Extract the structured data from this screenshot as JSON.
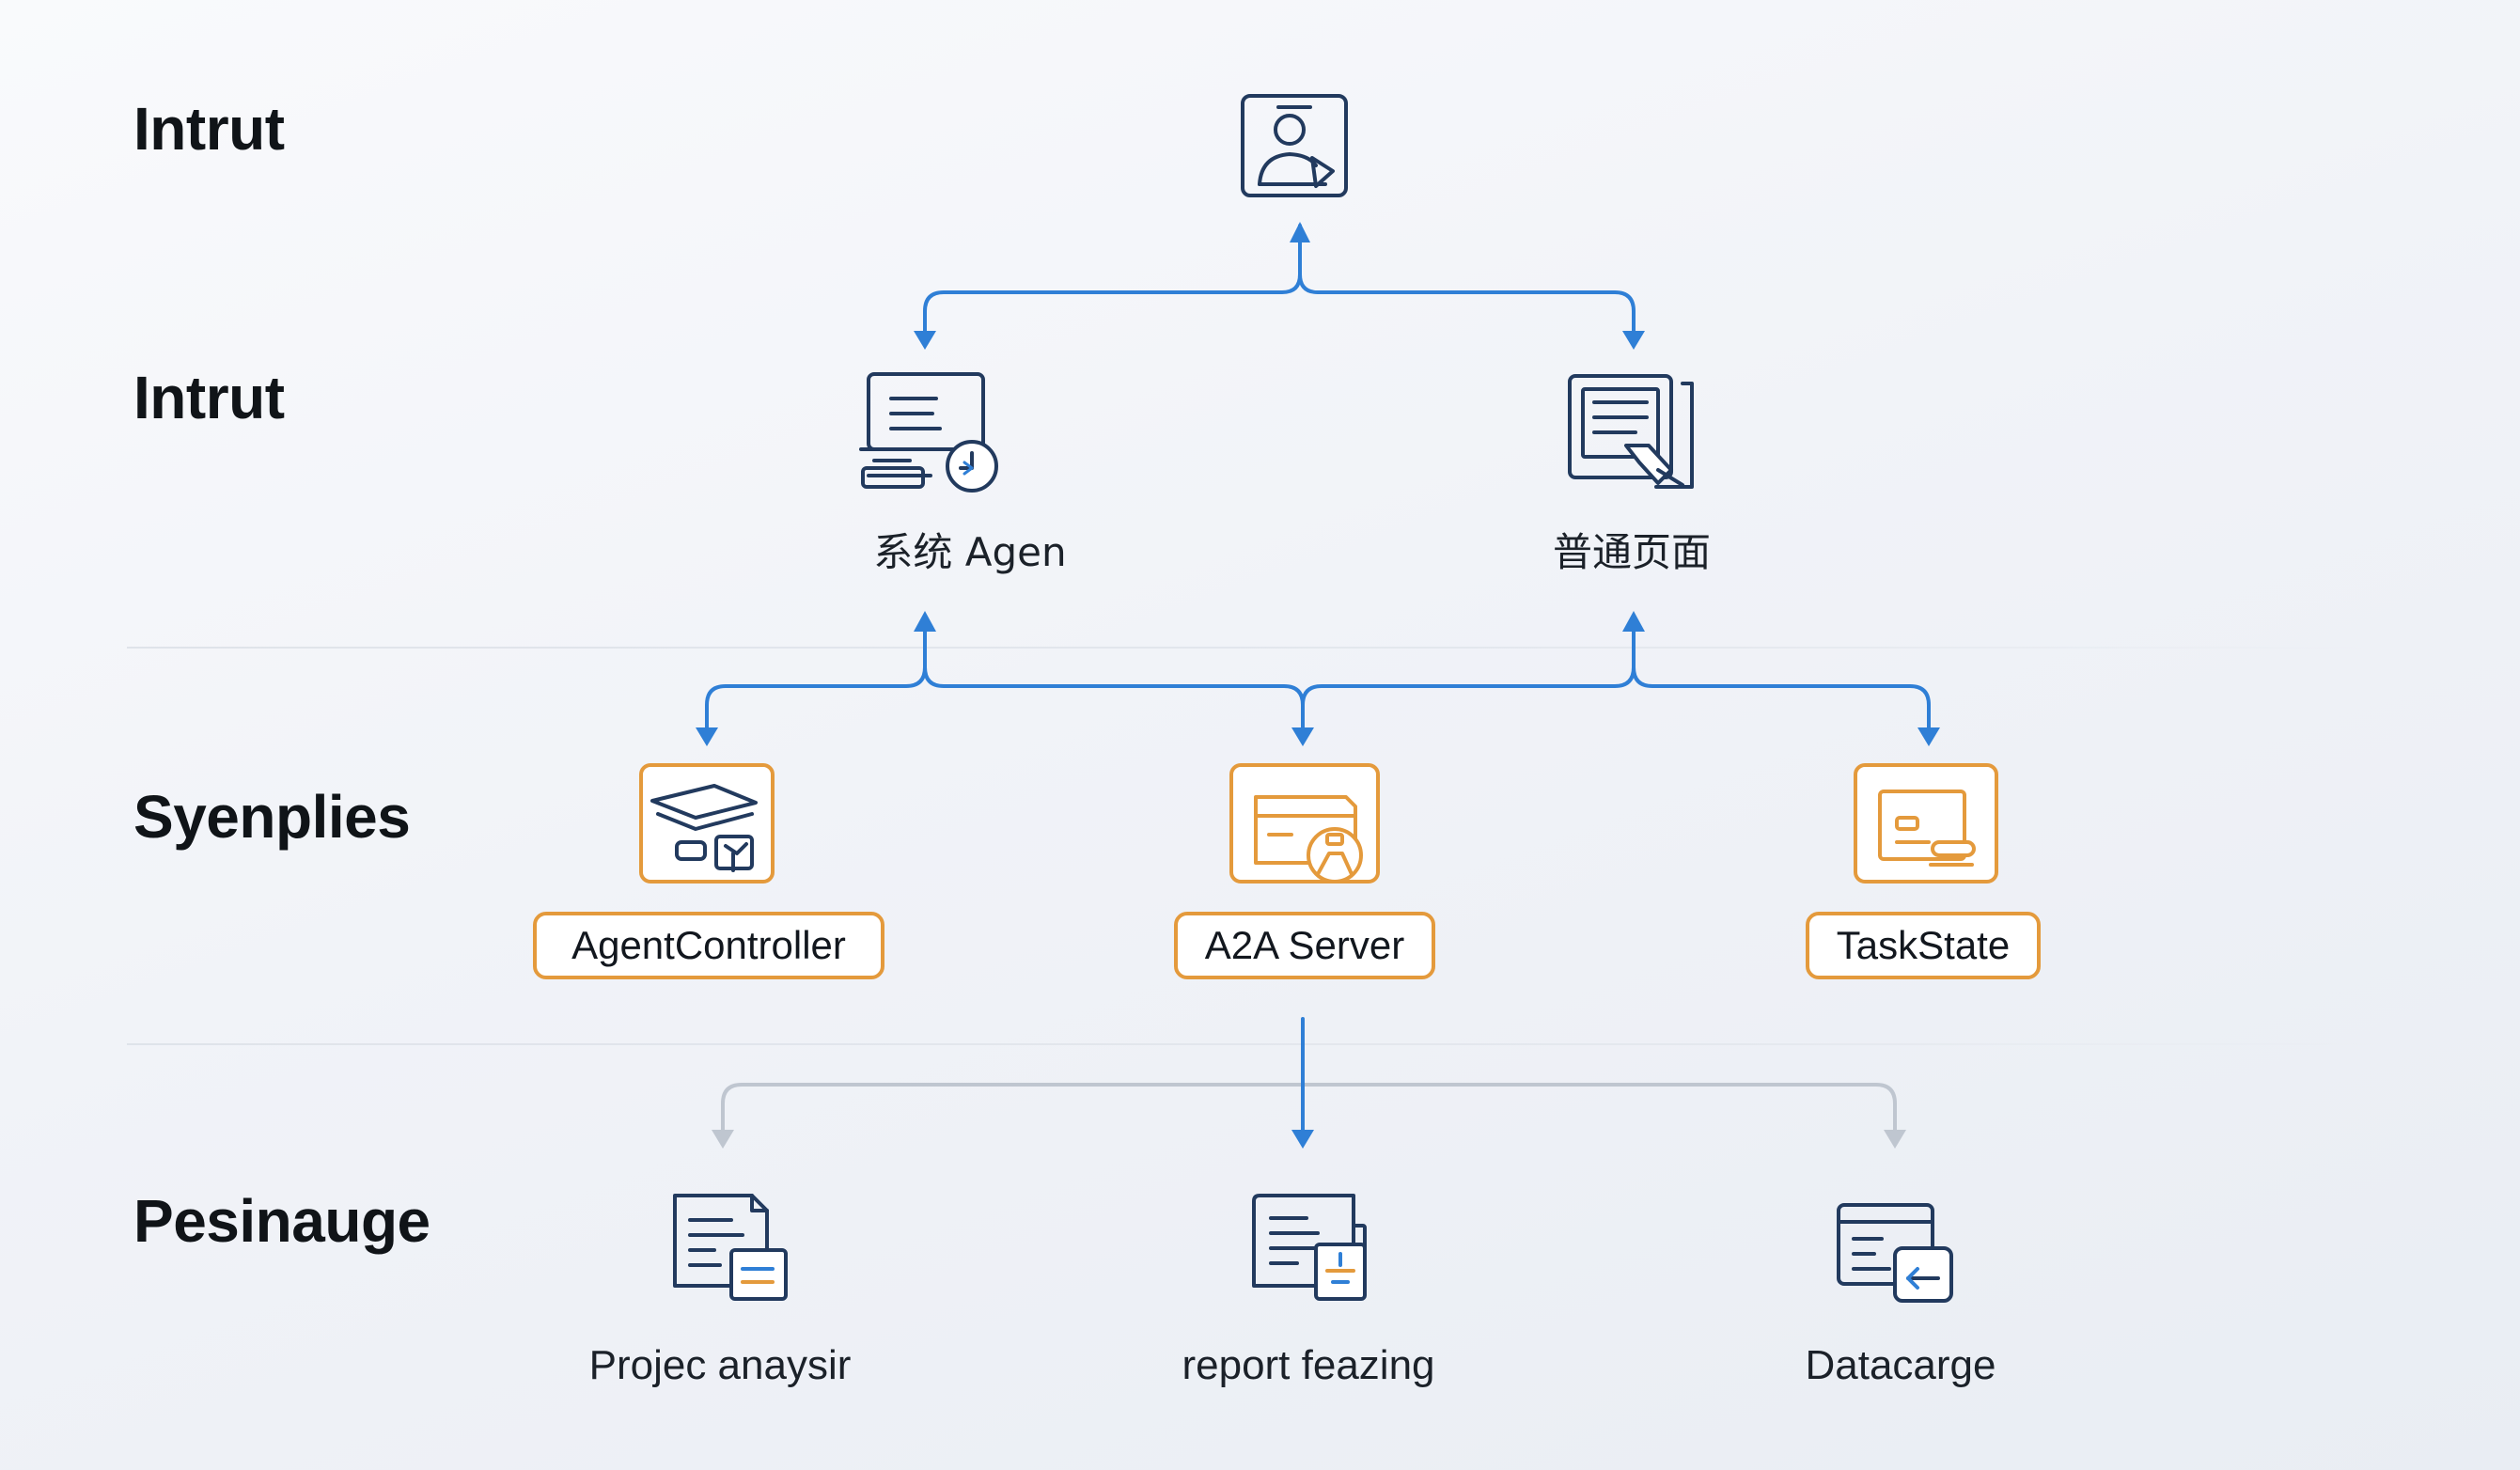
{
  "tiers": {
    "tier1": "Intrut",
    "tier2": "Intrut",
    "tier3": "Syenplies",
    "tier4": "Pesinauge"
  },
  "nodes": {
    "root": {
      "icon": "user-profile-icon"
    },
    "system_agent": {
      "label": "系统 Agen",
      "icon": "desktop-workflow-icon"
    },
    "normal_page": {
      "label": "普通页面",
      "icon": "document-edit-icon"
    },
    "agent_controller": {
      "label": "AgentController",
      "icon": "controller-icon"
    },
    "a2a_server": {
      "label": "A2A Server",
      "icon": "server-card-icon"
    },
    "task_state": {
      "label": "TaskState",
      "icon": "task-state-icon"
    },
    "project_analysis": {
      "label": "Projec anaysir",
      "icon": "document-analysis-icon"
    },
    "report_feazing": {
      "label": "report feazing",
      "icon": "report-document-icon"
    },
    "datacarge": {
      "label": "Datacarge",
      "icon": "data-window-icon"
    }
  },
  "colors": {
    "connector_blue": "#2f7fd6",
    "connector_gray": "#bfc6d0",
    "icon_navy": "#223a5e",
    "accent_orange": "#e49a3c",
    "icon_blue": "#2f7fd6"
  }
}
